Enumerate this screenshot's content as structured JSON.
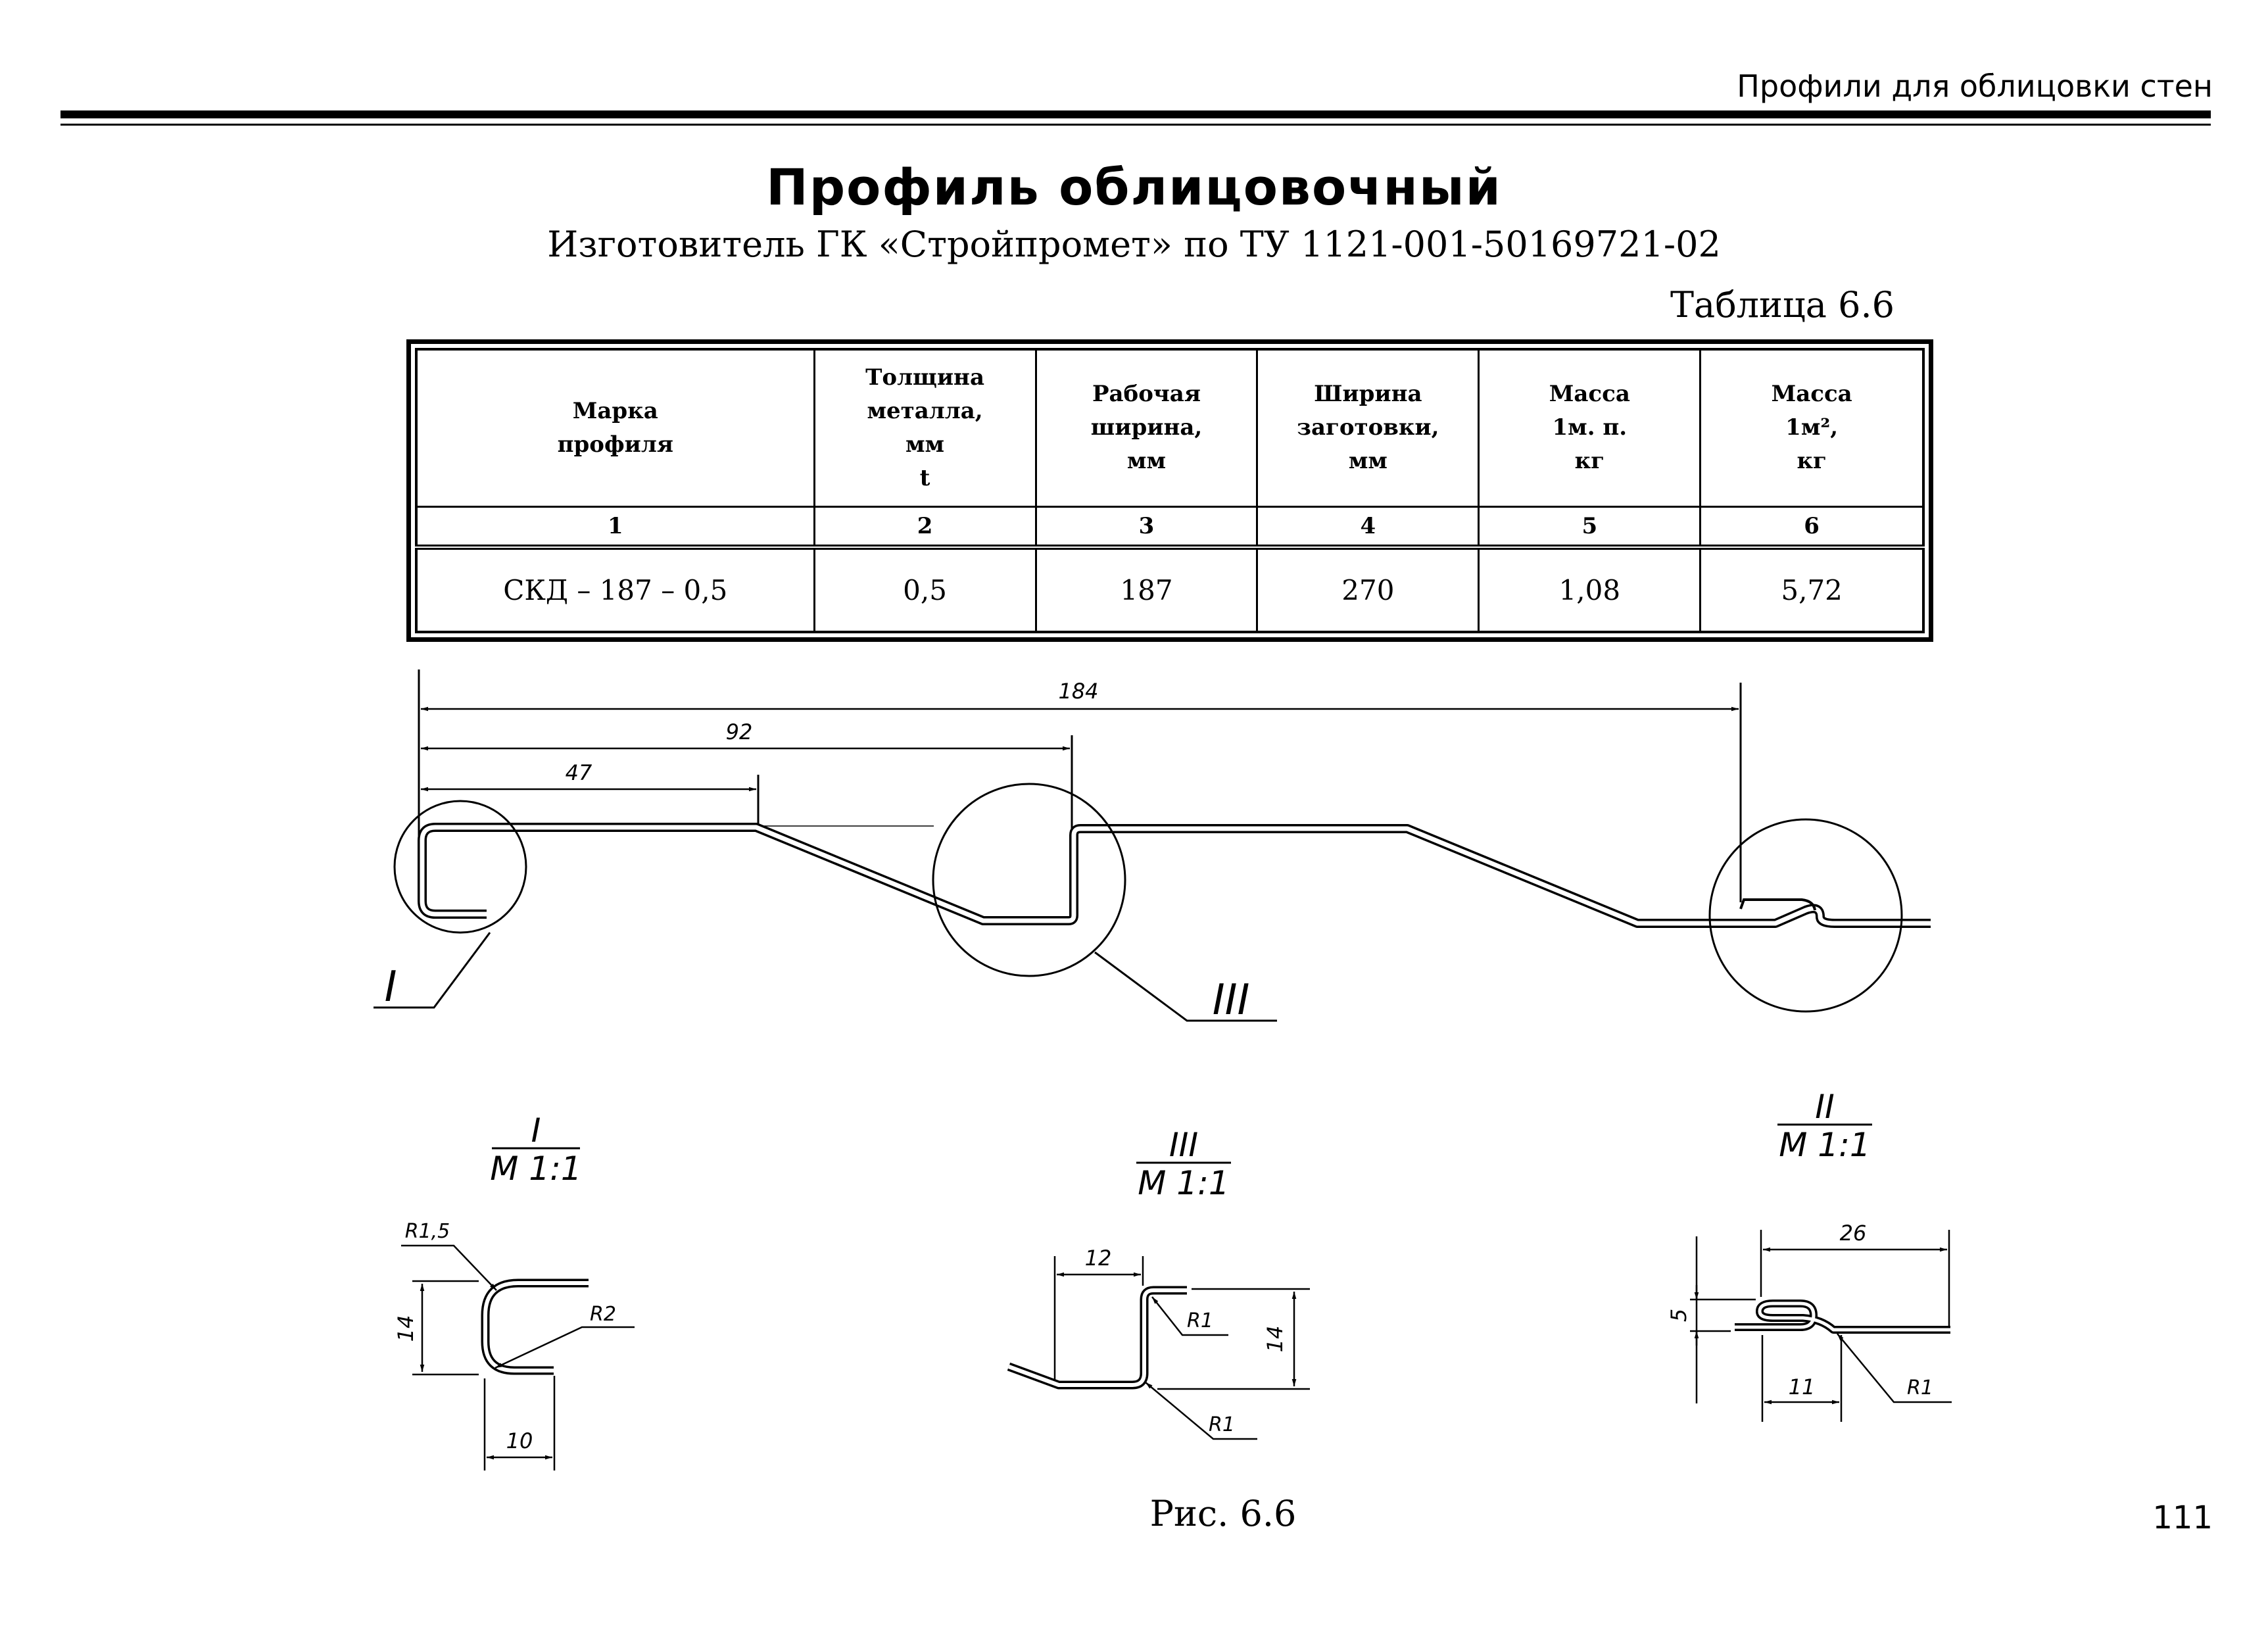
{
  "header": {
    "running_head": "Профили для облицовки стен"
  },
  "title": "Профиль облицовочный",
  "subtitle": "Изготовитель ГК «Стройпромет» по ТУ 1121-001-50169721-02",
  "table": {
    "label": "Таблица 6.6",
    "headers": [
      [
        "Марка",
        "профиля"
      ],
      [
        "Толщина",
        "металла,",
        "мм",
        "t"
      ],
      [
        "Рабочая",
        "ширина,",
        "мм"
      ],
      [
        "Ширина",
        "заготовки,",
        "мм"
      ],
      [
        "Масса",
        "1м. п.",
        "кг"
      ],
      [
        "Масса",
        "1м²,",
        "кг"
      ]
    ],
    "column_numbers": [
      "1",
      "2",
      "3",
      "4",
      "5",
      "6"
    ],
    "rows": [
      [
        "СКД – 187 – 0,5",
        "0,5",
        "187",
        "270",
        "1,08",
        "5,72"
      ]
    ]
  },
  "drawing": {
    "main": {
      "dim_overall": "184",
      "dim_mid": "92",
      "dim_short": "47",
      "callout_left": "I",
      "callout_center": "III"
    },
    "detail_i": {
      "label": "I",
      "scale": "М 1:1",
      "r_top": "R1,5",
      "r_bottom": "R2",
      "height": "14",
      "width": "10"
    },
    "detail_iii": {
      "label": "III",
      "scale": "М 1:1",
      "r_top": "R1",
      "r_bottom": "R1",
      "height": "14",
      "width": "12"
    },
    "detail_ii": {
      "label": "II",
      "scale": "М 1:1",
      "overall": "26",
      "height": "5",
      "width": "11",
      "radius": "R1"
    }
  },
  "caption": "Рис. 6.6",
  "page_number": "111"
}
